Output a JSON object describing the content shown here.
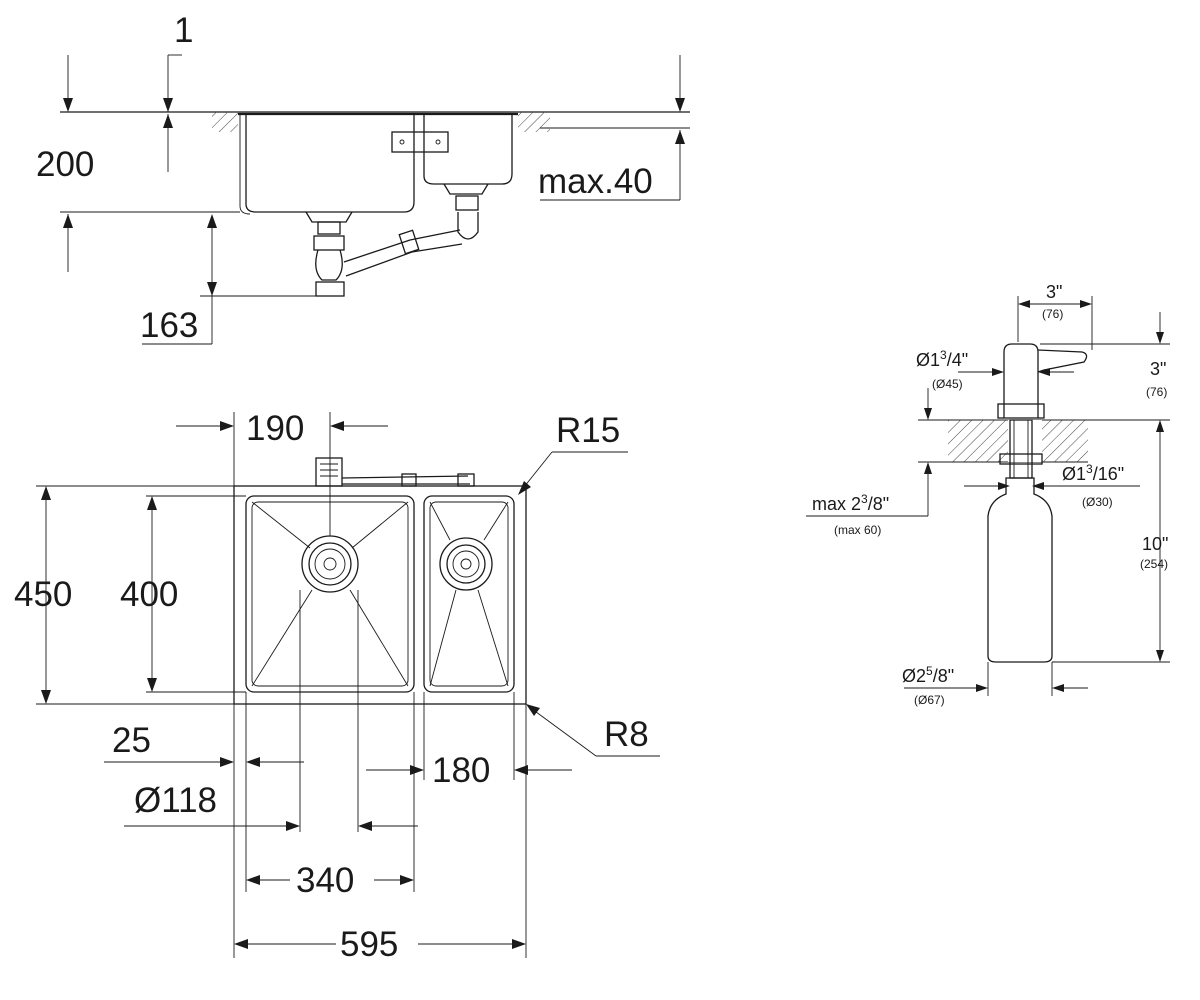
{
  "sink_side_view": {
    "dim_flange_thickness": "1",
    "dim_bowl_depth": "200",
    "dim_small_bowl_offset": "max.40",
    "dim_trap_depth": "163"
  },
  "sink_top_view": {
    "dim_drain_offset": "190",
    "dim_corner_radius_outer": "R15",
    "dim_overall_depth": "450",
    "dim_bowl_depth": "400",
    "dim_edge_offset": "25",
    "dim_corner_radius_inner": "R8",
    "dim_small_bowl_width": "180",
    "dim_drain_diameter": "Ø118",
    "dim_large_bowl_width": "340",
    "dim_overall_width": "595"
  },
  "soap_dispenser": {
    "dim_spout_length_in": "3\"",
    "dim_spout_length_mm": "(76)",
    "dim_head_height_in": "3\"",
    "dim_head_height_mm": "(76)",
    "dim_head_diameter_prefix": "Ø1",
    "dim_head_diameter_num": "3",
    "dim_head_diameter_den": "/4\"",
    "dim_head_diameter_mm": "(Ø45)",
    "dim_shank_diameter_prefix": "Ø1",
    "dim_shank_diameter_num": "3",
    "dim_shank_diameter_den": "/16\"",
    "dim_shank_diameter_mm": "(Ø30)",
    "dim_max_thickness_prefix": "max 2",
    "dim_max_thickness_num": "3",
    "dim_max_thickness_den": "/8\"",
    "dim_max_thickness_mm": "(max 60)",
    "dim_bottle_length_in": "10\"",
    "dim_bottle_length_mm": "(254)",
    "dim_bottle_diameter_prefix": "Ø2",
    "dim_bottle_diameter_num": "5",
    "dim_bottle_diameter_den": "/8\"",
    "dim_bottle_diameter_mm": "(Ø67)"
  }
}
